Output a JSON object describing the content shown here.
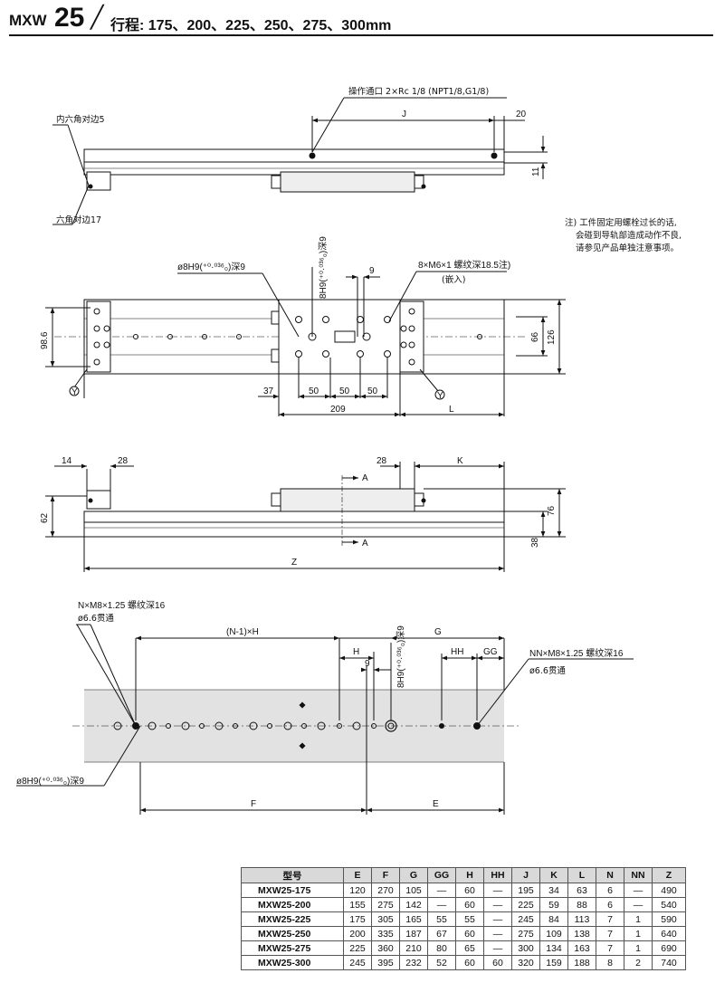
{
  "header": {
    "model": "MXW",
    "size": "25",
    "slash": "╱",
    "stroke_label": "行程: 175、200、225、250、275、300mm"
  },
  "labels": {
    "port": "操作通口 2×Rc 1/8 (NPT1/8,G1/8)",
    "hex_socket": "内六角对边5",
    "hex_nut": "六角对边17",
    "pin_hole_top": "ø8H9(⁺⁰·⁰³⁶₀)深9",
    "pin_hole_vertical": "8H9(⁺⁰·⁰³⁶₀)深9",
    "thread_top": "8×M6×1 螺纹深18.5注)",
    "insert": "(嵌入)",
    "n_thread": "N×M8×1.25 螺纹深16",
    "n_through": "ø6.6贯通",
    "nn_thread": "NN×M8×1.25 螺纹深16",
    "nn_through": "ø6.6贯通",
    "pin_hole_bottom": "ø8H9(⁺⁰·⁰³⁶₀)深9",
    "pin_hole_bottom_vert": "8H9(⁺⁰·⁰³⁶₀)深9",
    "section_marker": "A",
    "view_marker": "Y"
  },
  "dimensions": {
    "J": "J",
    "dim20": "20",
    "dim11": "11",
    "dim9": "9",
    "dim98_6": "98.6",
    "dim66": "66",
    "dim126": "126",
    "dim37": "37",
    "dim50a": "50",
    "dim50b": "50",
    "dim50c": "50",
    "dim209": "209",
    "L": "L",
    "dim14": "14",
    "dim28a": "28",
    "dim28b": "28",
    "K": "K",
    "dim62": "62",
    "dim76": "76",
    "dim38": "38",
    "Z": "Z",
    "NH": "(N-1)×H",
    "G": "G",
    "H": "H",
    "HH": "HH",
    "GG": "GG",
    "dim9b": "9",
    "F": "F",
    "E": "E"
  },
  "note": {
    "line1": "注) 工件固定用螺栓过长的话,",
    "line2": "会碰到导轨部造成动作不良,",
    "line3": "请参见产品单独注意事项。"
  },
  "table": {
    "headers": [
      "型号",
      "E",
      "F",
      "G",
      "GG",
      "H",
      "HH",
      "J",
      "K",
      "L",
      "N",
      "NN",
      "Z"
    ],
    "rows": [
      [
        "MXW25-175",
        "120",
        "270",
        "105",
        "—",
        "60",
        "—",
        "195",
        "34",
        "63",
        "6",
        "—",
        "490"
      ],
      [
        "MXW25-200",
        "155",
        "275",
        "142",
        "—",
        "60",
        "—",
        "225",
        "59",
        "88",
        "6",
        "—",
        "540"
      ],
      [
        "MXW25-225",
        "175",
        "305",
        "165",
        "55",
        "55",
        "—",
        "245",
        "84",
        "113",
        "7",
        "1",
        "590"
      ],
      [
        "MXW25-250",
        "200",
        "335",
        "187",
        "67",
        "60",
        "—",
        "275",
        "109",
        "138",
        "7",
        "1",
        "640"
      ],
      [
        "MXW25-275",
        "225",
        "360",
        "210",
        "80",
        "65",
        "—",
        "300",
        "134",
        "163",
        "7",
        "1",
        "690"
      ],
      [
        "MXW25-300",
        "245",
        "395",
        "232",
        "52",
        "60",
        "60",
        "320",
        "159",
        "188",
        "8",
        "2",
        "740"
      ]
    ]
  }
}
